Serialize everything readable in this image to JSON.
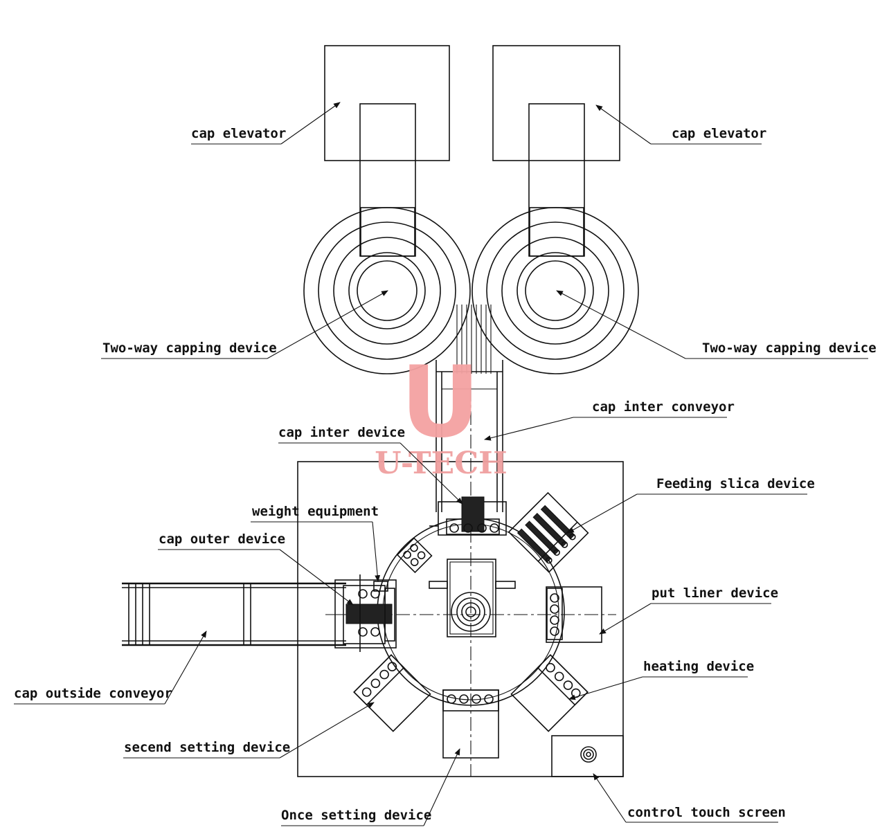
{
  "labels": {
    "cap_elevator_left": "cap elevator",
    "cap_elevator_right": "cap elevator",
    "two_way_capping_left": "Two-way capping device",
    "two_way_capping_right": "Two-way capping device",
    "cap_inter_conveyor": "cap inter conveyor",
    "cap_inter_device": "cap inter device",
    "feeding_slica_device": "Feeding slica device",
    "weight_equipment": "weight equipment",
    "cap_outer_device": "cap outer device",
    "put_liner_device": "put liner device",
    "heating_device": "heating device",
    "cap_outside_conveyor": "cap outside conveyor",
    "secend_setting_device": "secend setting device",
    "once_setting_device": "Once setting device",
    "control_touch_screen": "control touch screen"
  },
  "watermark": {
    "logo_letter": "U",
    "logo_text": "U-TECH",
    "color": "#f4a2a2"
  }
}
